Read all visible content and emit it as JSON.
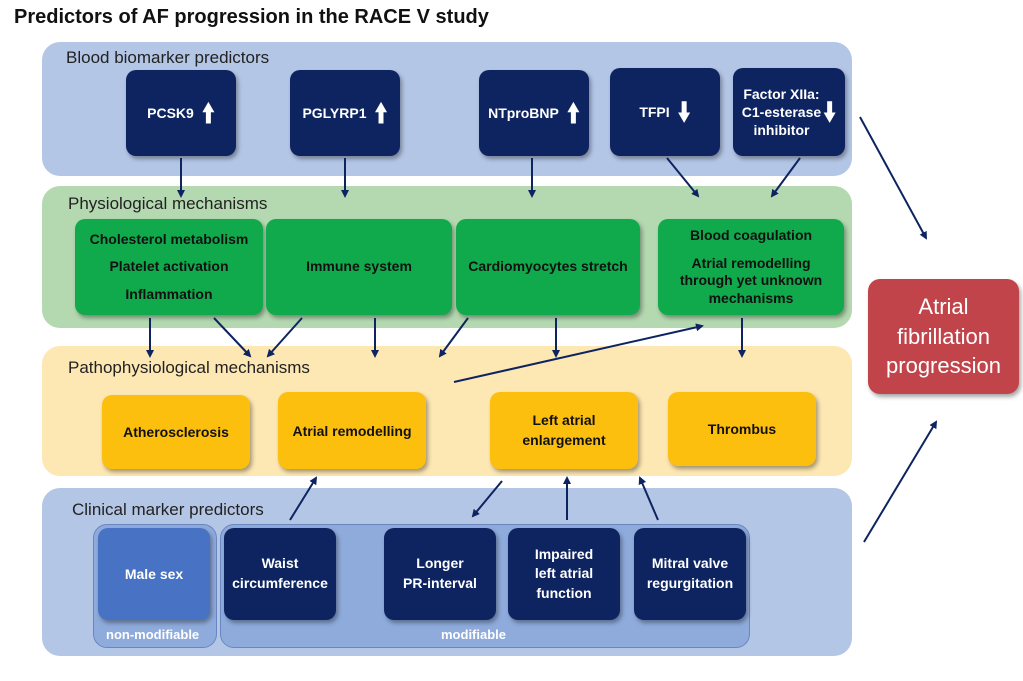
{
  "title": "Predictors of AF progression in the RACE V study",
  "panels": {
    "blood": "Blood biomarker predictors",
    "physiological": "Physiological mechanisms",
    "pathophysiological": "Pathophysiological mechanisms",
    "clinical": "Clinical marker predictors"
  },
  "biomarkers": {
    "pcsk9": "PCSK9",
    "pglyrp1": "PGLYRP1",
    "ntprobnp": "NTproBNP",
    "tfpi": "TFPI",
    "factor_line1": "Factor XIIa:",
    "factor_line2": "C1-esterase",
    "factor_line3": "inhibitor",
    "up": "🠙",
    "down": "🠛"
  },
  "physiological": {
    "chol1": "Cholesterol metabolism",
    "chol2": "Platelet activation",
    "chol3": "Inflammation",
    "immune": "Immune system",
    "cardio": "Cardiomyocytes stretch",
    "coag1": "Blood coagulation",
    "coag2": "Atrial remodelling",
    "coag3": "through yet unknown",
    "coag4": "mechanisms"
  },
  "pathophysiological": {
    "athero": "Atherosclerosis",
    "remodel": "Atrial remodelling",
    "la1": "Left atrial",
    "la2": "enlargement",
    "thrombus": "Thrombus"
  },
  "clinical": {
    "male": "Male sex",
    "waist1": "Waist",
    "waist2": "circumference",
    "pr1": "Longer",
    "pr2": "PR-interval",
    "imp1": "Impaired",
    "imp2": "left atrial",
    "imp3": "function",
    "mv1": "Mitral valve",
    "mv2": "regurgitation",
    "non_modifiable": "non-modifiable",
    "modifiable": "modifiable"
  },
  "outcome": {
    "line1": "Atrial",
    "line2": "fibrillation",
    "line3": "progression"
  },
  "colors": {
    "navy": "#0d2461",
    "green": "#10aa4c",
    "gold": "#fdbf0e",
    "outcome_red": "#c0444a"
  }
}
